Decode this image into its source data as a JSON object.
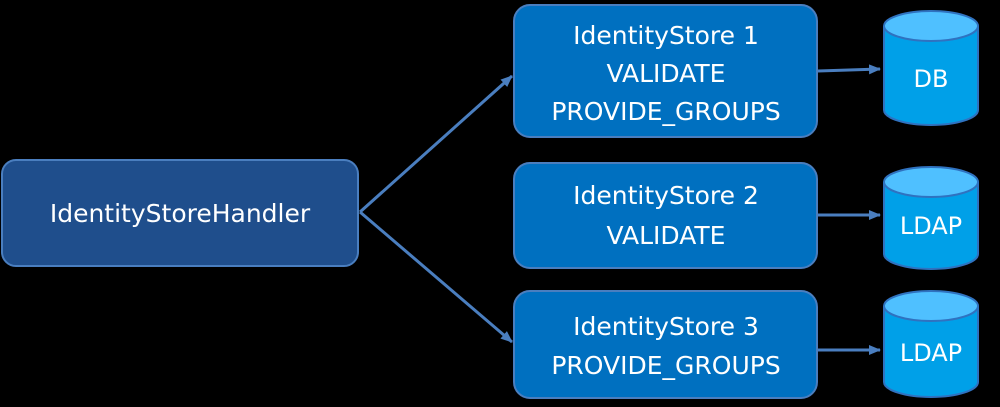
{
  "colors": {
    "background": "#000000",
    "handler_fill": "#1f4e8c",
    "store_fill": "#0070c0",
    "database_fill": "#00a0e8",
    "connector": "#4a7ebf",
    "text": "#ffffff"
  },
  "handler": {
    "label": "IdentityStoreHandler"
  },
  "stores": [
    {
      "lines": [
        "IdentityStore 1",
        "VALIDATE",
        "PROVIDE_GROUPS"
      ]
    },
    {
      "lines": [
        "IdentityStore 2",
        "VALIDATE"
      ]
    },
    {
      "lines": [
        "IdentityStore 3",
        "PROVIDE_GROUPS"
      ]
    }
  ],
  "databases": [
    {
      "label": "DB"
    },
    {
      "label": "LDAP"
    },
    {
      "label": "LDAP"
    }
  ]
}
